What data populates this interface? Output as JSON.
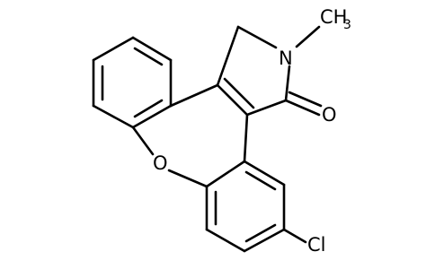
{
  "molecule": {
    "atoms": {
      "oxygen_ring": "O",
      "nitrogen": "N",
      "carbonyl_oxygen": "O",
      "chlorine": "Cl",
      "methyl": "CH",
      "methyl_subscript": "3"
    },
    "colors": {
      "bond": "#000000",
      "background": "#ffffff"
    }
  }
}
